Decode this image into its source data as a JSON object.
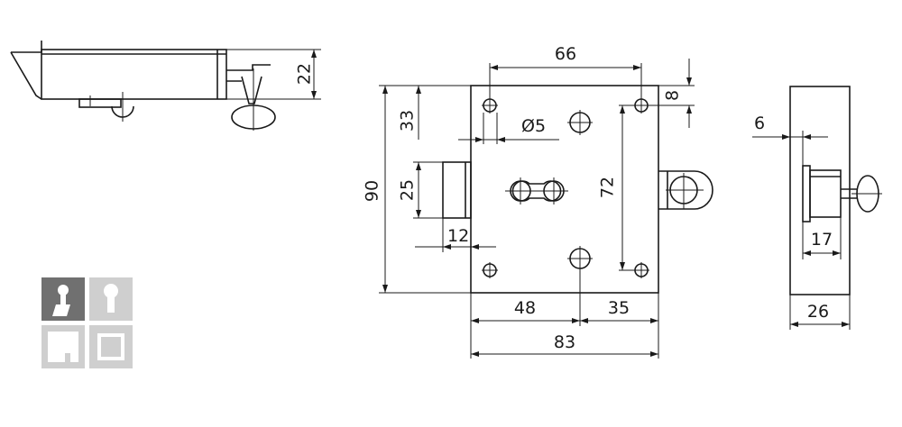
{
  "dimensions": {
    "side_height": "22",
    "width_hole_spacing": "66",
    "top_offset": "8",
    "hole_to_top": "33",
    "hole_diameter": "Ø5",
    "overall_height": "90",
    "bolt_height": "25",
    "vertical_hole_spacing": "72",
    "bolt_projection": "12",
    "left_to_keyhole": "48",
    "keyhole_to_right": "35",
    "overall_width": "83",
    "plate_thickness": "6",
    "bolt_length": "17",
    "total_depth": "26"
  },
  "legend": {
    "icons": [
      "key-operated-lock-icon",
      "keyhole-icon",
      "bolt-profile-icon",
      "square-opening-icon"
    ],
    "colors": {
      "active": "#707070",
      "inactive": "#cfcfcf",
      "glyph": "#ffffff"
    }
  }
}
